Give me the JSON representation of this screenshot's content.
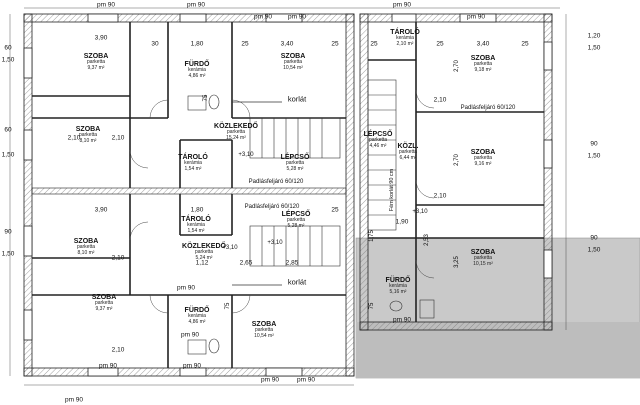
{
  "rooms": [
    {
      "name": "SZOBA",
      "material": "parketta",
      "area": "9,37 m²"
    },
    {
      "name": "FÜRDŐ",
      "material": "kerámia",
      "area": "4,86 m²"
    },
    {
      "name": "SZOBA",
      "material": "parketta",
      "area": "10,54 m²"
    },
    {
      "name": "TÁROLÓ",
      "material": "kerámia",
      "area": "2,10 m²"
    },
    {
      "name": "SZOBA",
      "material": "parketta",
      "area": "9,18 m²"
    },
    {
      "name": "SZOBA",
      "material": "parketta",
      "area": "8,10 m²"
    },
    {
      "name": "KÖZLEKEDŐ",
      "material": "parketta",
      "area": "15,24 m²"
    },
    {
      "name": "TÁROLÓ",
      "material": "kerámia",
      "area": "1,54 m²"
    },
    {
      "name": "LÉPCSŐ",
      "material": "parketta",
      "area": "5,28 m²"
    },
    {
      "name": "LÉPCSŐ",
      "material": "parketta",
      "area": "4,46 m²"
    },
    {
      "name": "KÖZL.",
      "material": "parketta",
      "area": "6,44 m²"
    },
    {
      "name": "SZOBA",
      "material": "parketta",
      "area": "9,16 m²"
    },
    {
      "name": "SZOBA",
      "material": "parketta",
      "area": "8,10 m²"
    },
    {
      "name": "TÁROLÓ",
      "material": "kerámia",
      "area": "1,54 m²"
    },
    {
      "name": "KÖZLEKEDŐ",
      "material": "parketta",
      "area": "5,24 m²"
    },
    {
      "name": "LÉPCSŐ",
      "material": "parketta",
      "area": "5,28 m²"
    },
    {
      "name": "SZOBA",
      "material": "parketta",
      "area": "10,15 m²"
    },
    {
      "name": "SZOBA",
      "material": "parketta",
      "area": "9,37 m²"
    },
    {
      "name": "FÜRDŐ",
      "material": "kerámia",
      "area": "4,86 m²"
    },
    {
      "name": "SZOBA",
      "material": "parketta",
      "area": "10,54 m²"
    },
    {
      "name": "FÜRDŐ",
      "material": "kerámia",
      "area": "5,16 m²"
    }
  ],
  "labels": {
    "korlat_top": "korlát",
    "korlat_bottom": "korlát",
    "padlas_1": "Padlásfeljáró 60/120",
    "padlas_2": "Padlásfeljáró 60/120",
    "padlas_3": "Padlásfeljáró 60/120",
    "level_1": "+3,10",
    "level_2": "+3,10",
    "level_3": "+3,10",
    "level_4": "+3,10",
    "fenkorlat": "Fém korlát 90 cm"
  },
  "dims": {
    "pm90_1": "pm 90",
    "pm90_2": "pm 90",
    "pm90_3": "pm 90",
    "pm90_4": "pm 90",
    "pm90_5": "pm 90",
    "pm90_6": "pm 90",
    "pm90_7": "pm 90",
    "pm90_8": "pm 90",
    "pm90_9": "pm 90",
    "pm90_10": "pm 90",
    "pm90_11": "pm 90",
    "pm90_12": "pm 90",
    "pm90_13": "pm 90",
    "pm90_14": "pm 90",
    "d_390a": "3,90",
    "d_180a": "1,80",
    "d_340a": "3,40",
    "d_340b": "3,40",
    "d_390b": "3,90",
    "d_180b": "1,80",
    "d_30": "30",
    "d_25a": "25",
    "d_25b": "25",
    "d_25c": "25",
    "d_25d": "25",
    "d_25e": "25",
    "d_25f": "25",
    "d_120": "1,20",
    "d_150a": "1,50",
    "d_60a": "60",
    "d_150b": "1,50",
    "d_60b": "60",
    "d_150c": "1,50",
    "d_90a": "90",
    "d_150d": "1,50",
    "d_90b": "90",
    "d_150e": "1,50",
    "d_90c": "90",
    "d_150f": "1,50",
    "d_210a": "2,10",
    "d_210b": "2,10",
    "d_210c": "2,10",
    "d_210d": "2,10",
    "d_210e": "2,10",
    "d_210f": "2,10",
    "d_265": "2,65",
    "d_285": "2,85",
    "d_112": "1,12",
    "d_190": "1,90",
    "d_175": "1,75",
    "d_75a": "75",
    "d_75b": "75",
    "d_75c": "75",
    "d_270a": "2,70",
    "d_270b": "2,70",
    "d_325": "3,25",
    "d_253": "2,53"
  }
}
